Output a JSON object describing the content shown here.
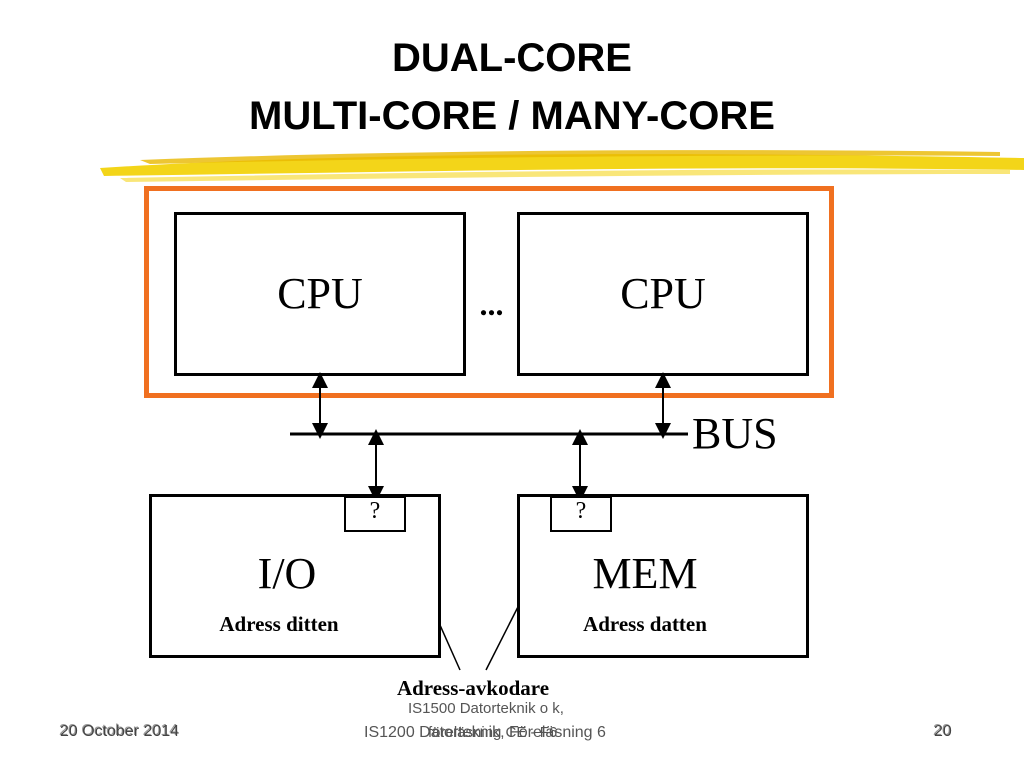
{
  "slide": {
    "title_line1": "DUAL-CORE",
    "title_line2": "MULTI-CORE / MANY-CORE"
  },
  "diagram": {
    "cpu_left": "CPU",
    "cpu_right": "CPU",
    "ellipsis": "...",
    "bus": "BUS",
    "io": "I/O",
    "io_caption": "Adress ditten",
    "mem": "MEM",
    "mem_caption": "Adress datten",
    "decoder_io": "?",
    "decoder_mem": "?",
    "decoder_label": "Adress-avkodare"
  },
  "footer": {
    "date_shadow": "20 October 2014",
    "date": "20 October 2014",
    "course_back": "IS1200 Datorteknik, Föreläsning 6",
    "course_front_line1": "IS1500 Datorteknik o k,",
    "course_front_line2": "föreläsning CE - F6",
    "page_shadow": "20",
    "page": "20"
  },
  "colors": {
    "highlight_frame": "#f07020",
    "title_brush": "#f2d000"
  }
}
